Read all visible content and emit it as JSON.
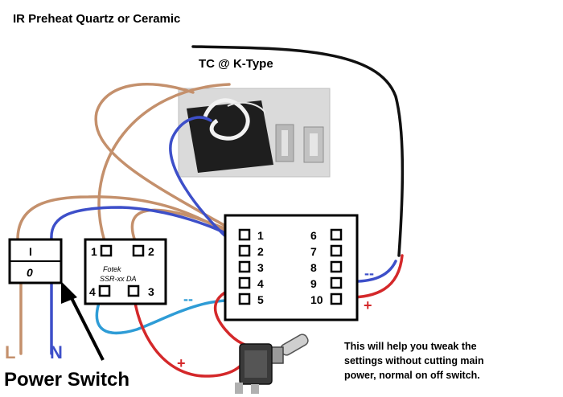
{
  "title": "IR Preheat Quartz or Ceramic",
  "thermocouple_label": "TC @ K-Type",
  "power_switch": {
    "on_label": "I",
    "off_label": "0",
    "caption": "Power Switch",
    "live_label": "L",
    "neutral_label": "N"
  },
  "ssr": {
    "brand": "Fotek",
    "model": "SSR-xx DA",
    "pins": [
      "1",
      "2",
      "4",
      "3"
    ]
  },
  "controller": {
    "left_pins": [
      "1",
      "2",
      "3",
      "4",
      "5"
    ],
    "right_pins": [
      "6",
      "7",
      "8",
      "9",
      "10"
    ]
  },
  "polarity": {
    "tc_minus": "--",
    "tc_plus": "+",
    "ssr_minus": "--",
    "ssr_plus": "+"
  },
  "note_lines": [
    "This will help you tweak the",
    "settings without cutting main",
    "power, normal on off switch."
  ],
  "colors": {
    "tan_wire": "#c4906c",
    "blue_wire": "#3d4fc9",
    "cyan_wire": "#2e9cd6",
    "red_wire": "#d4282a",
    "l_label": "#c4906c",
    "n_label": "#3d4fc9"
  }
}
